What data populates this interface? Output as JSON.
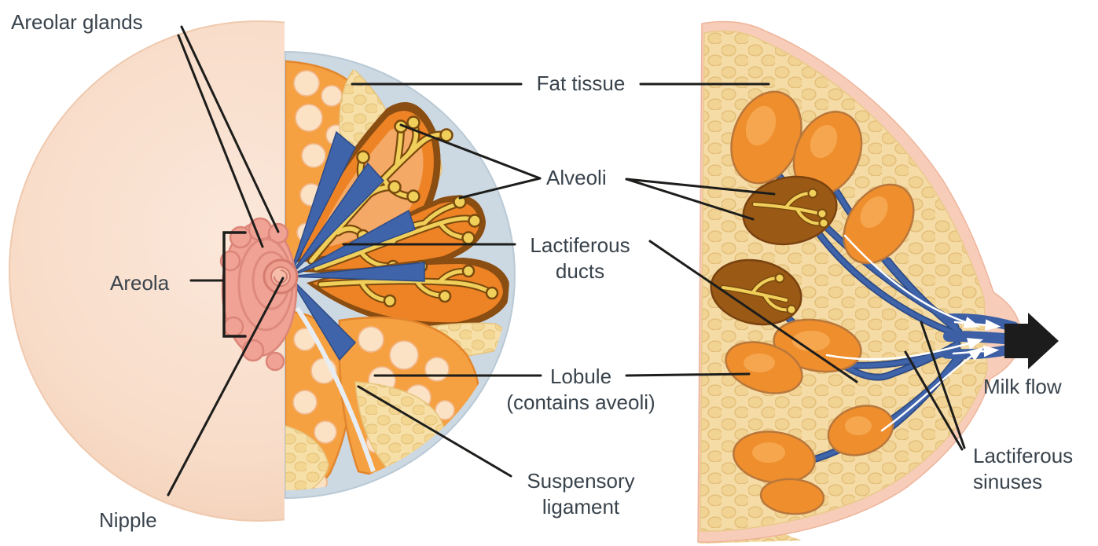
{
  "figure": {
    "background": "#ffffff",
    "panels": {
      "left": "anterior-view-of-breast",
      "middle": "half-sectioned-view",
      "right": "sagittal-section-view"
    }
  },
  "labels": {
    "areolar_glands": "Areolar glands",
    "areola": "Areola",
    "nipple": "Nipple",
    "fat_tissue": "Fat tissue",
    "alveoli": "Alveoli",
    "lactiferous_ducts": {
      "line1": "Lactiferous",
      "line2": "ducts"
    },
    "lobule": {
      "line1": "Lobule",
      "line2": "(contains aveoli)"
    },
    "suspensory_ligament": {
      "line1": "Suspensory",
      "line2": "ligament"
    },
    "milk_flow": "Milk flow",
    "lactiferous_sinuses": {
      "line1": "Lactiferous",
      "line2": "sinuses"
    }
  },
  "colors": {
    "label_text": "#39434c",
    "leader_line": "#1d1d1b",
    "skin_light": "#f8dcc8",
    "skin_edge": "#f0cbb1",
    "areola_pink": "#f0a294",
    "areola_ridge": "#dd8679",
    "nipple_pink": "#f6bdab",
    "section_outline_blue": "#ccd8e2",
    "lobe_orange": "#f5a041",
    "lobe_orange_deep": "#ee8326",
    "alveoli_yellow": "#f0cf5a",
    "alveoli_rim_brown": "#8a4d12",
    "fat_beige": "#f7e0a8",
    "fat_cobble_line": "#e6c47e",
    "duct_blue": "#4064aa",
    "duct_blue_dark": "#2c4a85",
    "sagittal_skin": "#f7cdb9",
    "sagittal_fat": "#f5dca6",
    "milk_arrow": "#1c1c1c"
  }
}
